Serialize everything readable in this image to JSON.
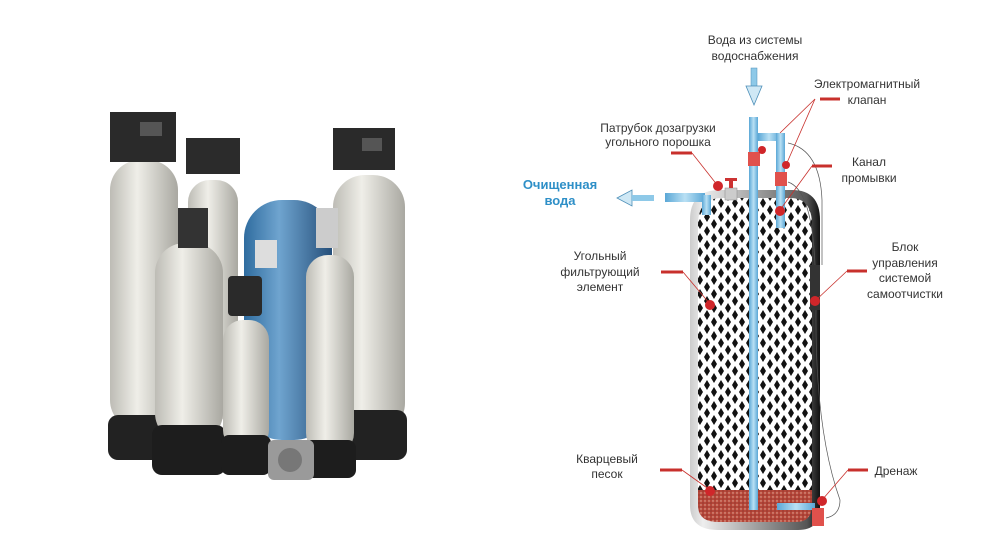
{
  "photo": {
    "description_icon": "water-filter-tanks-photo"
  },
  "diagram": {
    "inlet": [
      "Вода из системы",
      "водоснабжения"
    ],
    "valve": [
      "Электромагнитный",
      "клапан"
    ],
    "port": [
      "Патрубок дозагрузки",
      "угольного порошка"
    ],
    "outlet": [
      "Очищенная",
      "вода"
    ],
    "flush": [
      "Канал",
      "промывки"
    ],
    "control": [
      "Блок",
      "управления",
      "системой",
      "самоотчистки"
    ],
    "carbon": [
      "Угольный",
      "фильтрующий",
      "элемент"
    ],
    "sand": [
      "Кварцевый",
      "песок"
    ],
    "drain": [
      "Дренаж"
    ]
  },
  "colors": {
    "accent": "#2e8fc7",
    "marker": "#d0262a",
    "pipe": "#8ec9e8",
    "sand": "#b5473a"
  }
}
